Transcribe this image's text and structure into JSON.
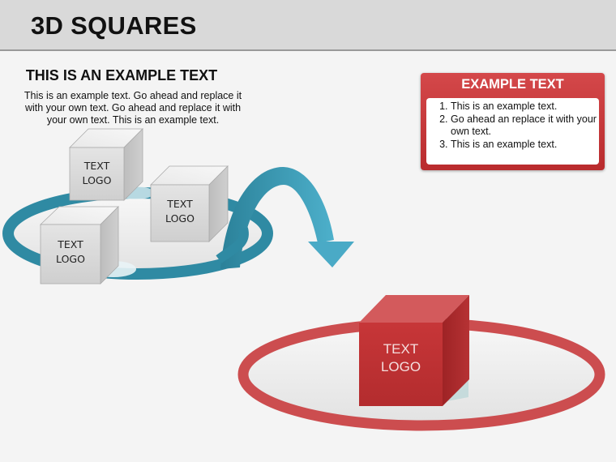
{
  "header": {
    "title": "3D SQUARES"
  },
  "intro": {
    "heading": "THIS IS AN EXAMPLE TEXT",
    "body": "This is an example text. Go ahead and replace it with your own text. Go ahead and replace it with your own text. This is an example text."
  },
  "callout": {
    "title": "EXAMPLE TEXT",
    "items": [
      "This is an example text.",
      "Go ahead an replace it with your own text.",
      "This is an example text."
    ]
  },
  "cubes": {
    "gray": [
      {
        "line1": "TEXT",
        "line2": "LOGO"
      },
      {
        "line1": "TEXT",
        "line2": "LOGO"
      },
      {
        "line1": "TEXT",
        "line2": "LOGO"
      }
    ],
    "red": {
      "line1": "TEXT",
      "line2": "LOGO"
    }
  },
  "colors": {
    "header_bg": "#d9d9d9",
    "teal": "#2f8aa3",
    "teal_light": "#4aaac6",
    "red": "#c0393b",
    "red_ring": "#cc4d4f",
    "cube_gray": "#d6d6d6"
  }
}
